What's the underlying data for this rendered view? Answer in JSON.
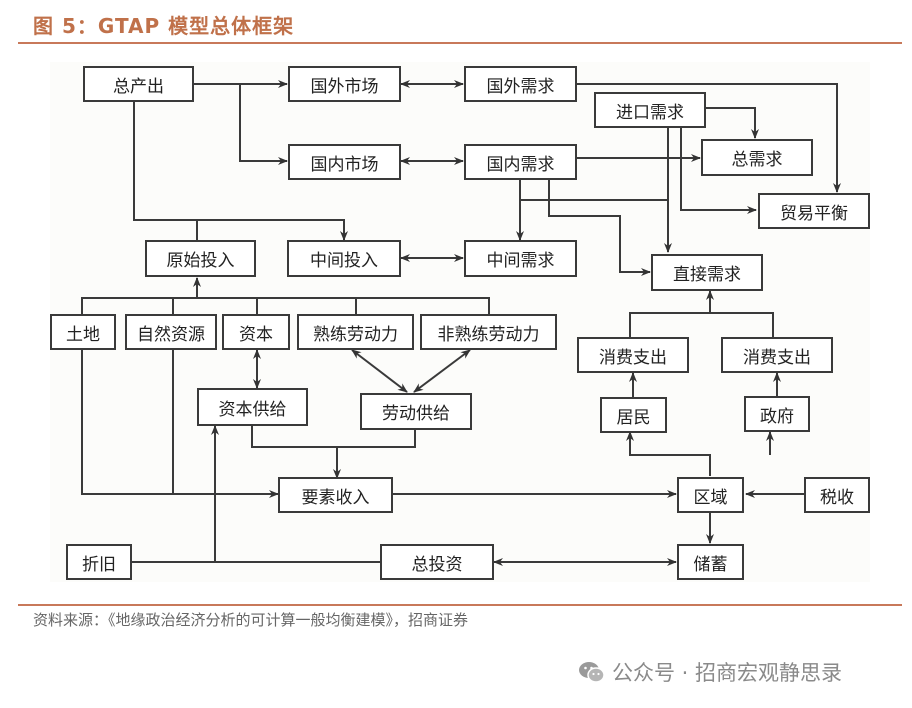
{
  "figure": {
    "title": "图 5：GTAP 模型总体框架",
    "source": "资料来源：《地缘政治经济分析的可计算一般均衡建模》，招商证券",
    "watermark": "公众号 · 招商宏观静思录",
    "accent_color": "#c0714a"
  },
  "nodes": {
    "total_output": "总产出",
    "foreign_market": "国外市场",
    "foreign_demand": "国外需求",
    "import_demand": "进口需求",
    "domestic_market": "国内市场",
    "domestic_demand": "国内需求",
    "total_demand": "总需求",
    "trade_balance": "贸易平衡",
    "primary_input": "原始投入",
    "intermediate_input": "中间投入",
    "intermediate_demand": "中间需求",
    "direct_demand": "直接需求",
    "land": "土地",
    "natural_resources": "自然资源",
    "capital": "资本",
    "skilled_labor": "熟练劳动力",
    "unskilled_labor": "非熟练劳动力",
    "consumption_household": "消费支出",
    "consumption_government": "消费支出",
    "capital_supply": "资本供给",
    "labor_supply": "劳动供给",
    "household": "居民",
    "government": "政府",
    "factor_income": "要素收入",
    "region": "区域",
    "tax": "税收",
    "depreciation": "折旧",
    "total_investment": "总投资",
    "savings": "储蓄"
  }
}
